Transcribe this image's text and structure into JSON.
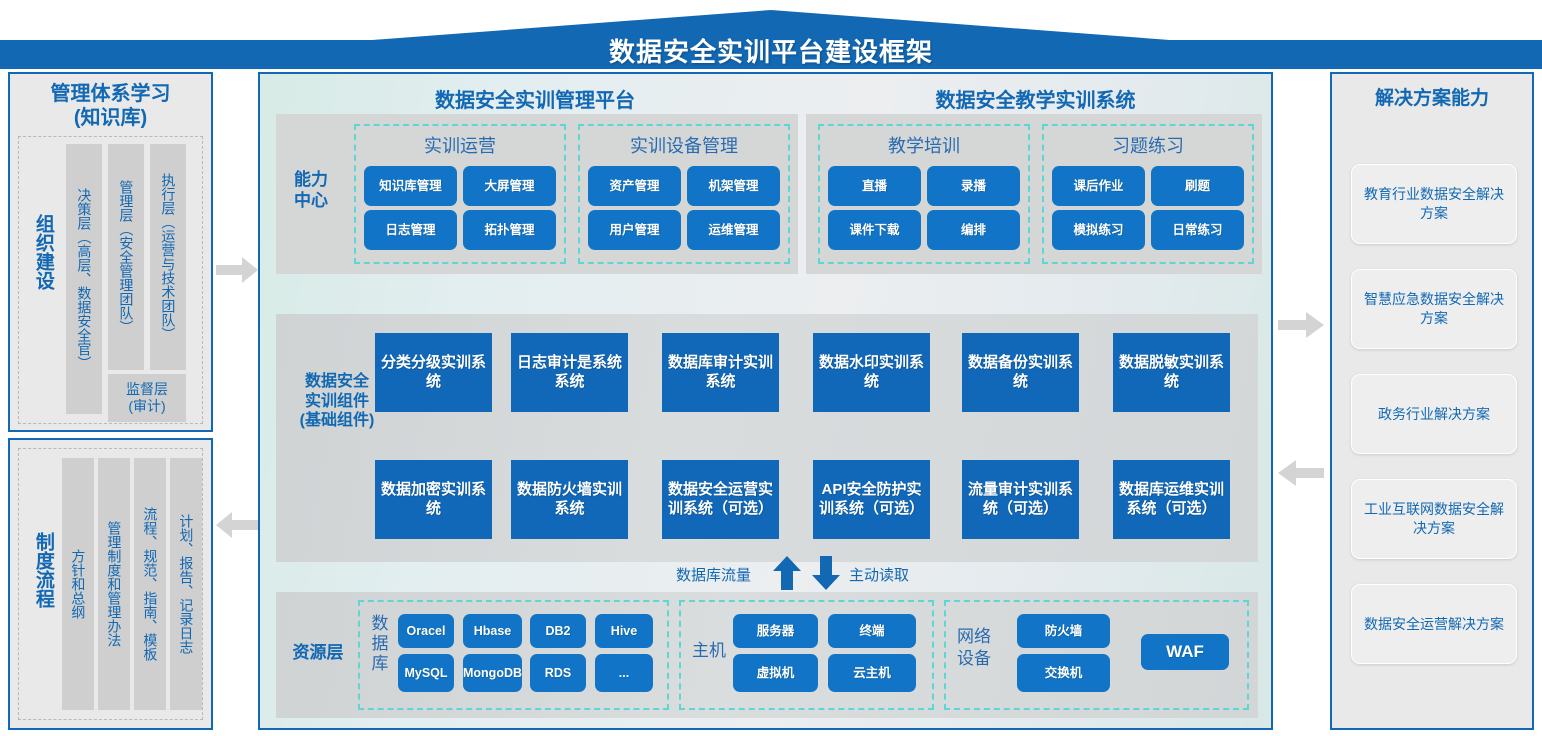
{
  "banner": {
    "title": "数据安全实训平台建设框架",
    "color": "#1268b3"
  },
  "left_top": {
    "title_line1": "管理体系学习",
    "title_line2": "(知识库)",
    "caption": "组织建设",
    "columns": [
      {
        "label": "决策层（高层、数据安全官）"
      },
      {
        "label": "管理层（安全管理团队）"
      },
      {
        "label": "执行层（运营与技术团队）"
      }
    ],
    "supervisor": "监督层\n(审计)",
    "supervisor_line1": "监督层",
    "supervisor_line2": "(审计)"
  },
  "left_bottom": {
    "caption": "制度流程",
    "columns": [
      {
        "label": "方针和总纲"
      },
      {
        "label": "管理制度和管理办法"
      },
      {
        "label": "流程、规范、指南、模板"
      },
      {
        "label": "计划、报告、记录日志"
      }
    ]
  },
  "center": {
    "section_titles": {
      "management_platform": "数据安全实训管理平台",
      "teaching_system": "数据安全教学实训系统"
    },
    "capability_label": "能力\n中心",
    "capability_label_line1": "能力",
    "capability_label_line2": "中心",
    "groups": [
      {
        "name": "实训运营",
        "items": [
          "知识库管理",
          "大屏管理",
          "日志管理",
          "拓扑管理"
        ]
      },
      {
        "name": "实训设备管理",
        "items": [
          "资产管理",
          "机架管理",
          "用户管理",
          "运维管理"
        ]
      },
      {
        "name": "教学培训",
        "items": [
          "直播",
          "录播",
          "课件下载",
          "编排"
        ]
      },
      {
        "name": "习题练习",
        "items": [
          "课后作业",
          "刷题",
          "模拟练习",
          "日常练习"
        ]
      }
    ],
    "components_label_line1": "数据安全",
    "components_label_line2": "实训组件",
    "components_label_line3": "(基础组件)",
    "components_row1": [
      "分类分级实训系统",
      "日志审计是系统系统",
      "数据库审计实训系统",
      "数据水印实训系统",
      "数据备份实训系统",
      "数据脱敏实训系统"
    ],
    "components_row2": [
      "数据加密实训系统",
      "数据防火墙实训系统",
      "数据安全运营实训系统（可选）",
      "API安全防护实训系统（可选）",
      "流量审计实训系统（可选）",
      "数据库运维实训系统（可选）"
    ],
    "flow": {
      "left_label": "数据库流量",
      "right_label": "主动读取",
      "up_arrow": "arrow-up-icon",
      "down_arrow": "arrow-down-icon"
    },
    "resource_label": "资源层",
    "resource_groups": [
      {
        "name_line1": "数",
        "name_line2": "据",
        "name_line3": "库",
        "name": "数据库",
        "items": [
          "Oracel",
          "Hbase",
          "DB2",
          "Hive",
          "MySQL",
          "MongoDB",
          "RDS",
          "..."
        ]
      },
      {
        "name": "主机",
        "items": [
          "服务器",
          "终端",
          "虚拟机",
          "云主机"
        ]
      },
      {
        "name_line1": "网络",
        "name_line2": "设备",
        "name": "网络设备",
        "items": [
          "防火墙",
          "交换机"
        ],
        "extra": "WAF"
      }
    ]
  },
  "right_panel": {
    "title": "解决方案能力",
    "cards": [
      "教育行业数据安全解决方案",
      "智慧应急数据安全解决方案",
      "政务行业解决方案",
      "工业互联网数据安全解决方案",
      "数据安全运营解决方案"
    ]
  },
  "connectors": [
    {
      "name": "left-to-center-top",
      "direction": "right"
    },
    {
      "name": "center-to-left-bottom",
      "direction": "left"
    },
    {
      "name": "center-to-right-top",
      "direction": "right"
    },
    {
      "name": "right-to-center-bottom",
      "direction": "left"
    }
  ],
  "colors": {
    "primary": "#1268b3",
    "button": "#1174c6",
    "component": "#1168b8",
    "dash": "#5fd6d6"
  }
}
